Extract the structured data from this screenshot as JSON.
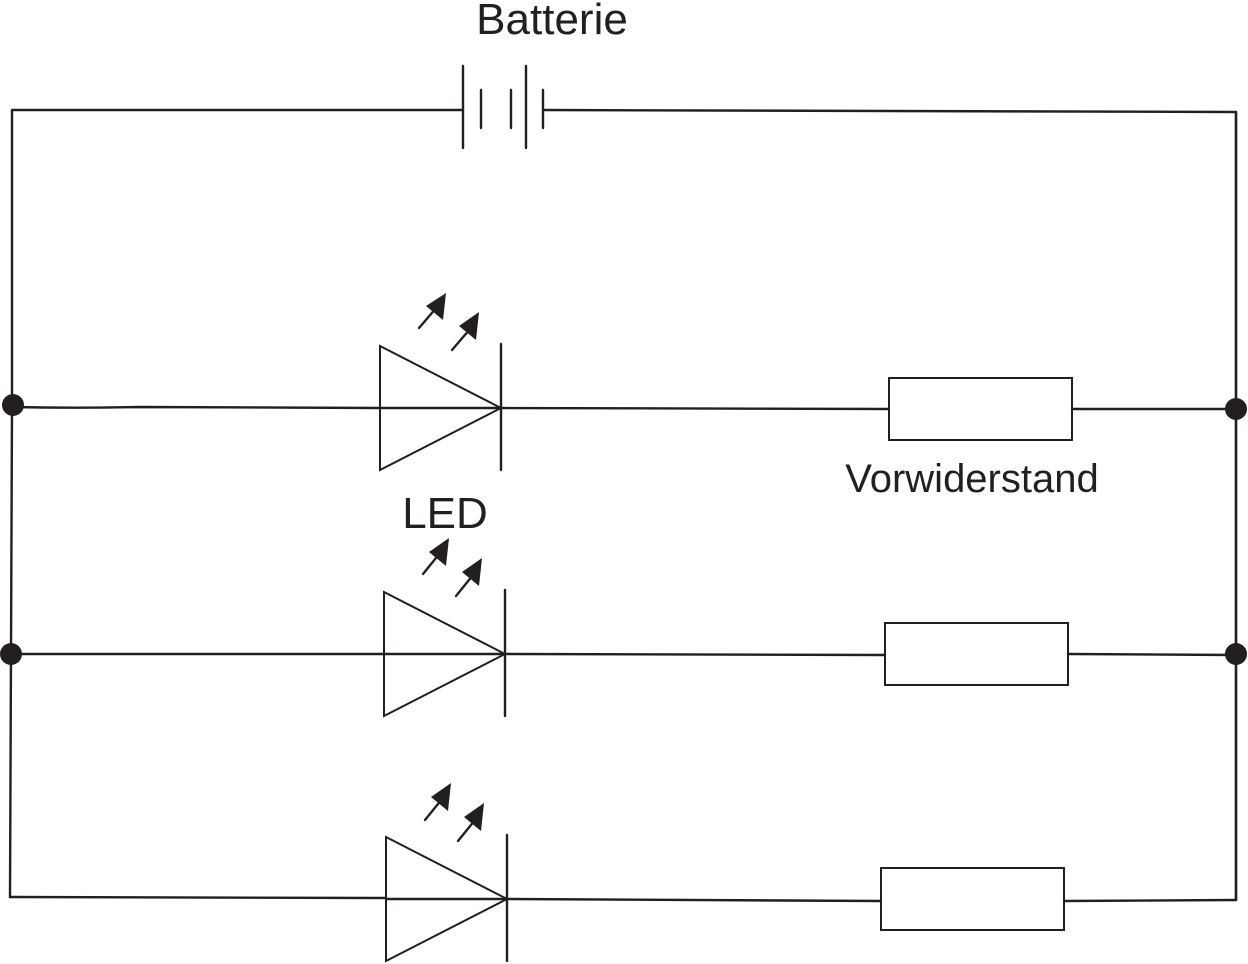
{
  "labels": {
    "battery": "Batterie",
    "led": "LED",
    "resistor": "Vorwiderstand"
  },
  "colors": {
    "stroke": "#231f20",
    "background": "#ffffff"
  },
  "components": {
    "battery": {
      "cells": 2
    },
    "branches": [
      {
        "led": "LED",
        "resistor": "Vorwiderstand"
      },
      {
        "led": "LED",
        "resistor": "Vorwiderstand"
      },
      {
        "led": "LED",
        "resistor": "Vorwiderstand"
      }
    ]
  }
}
